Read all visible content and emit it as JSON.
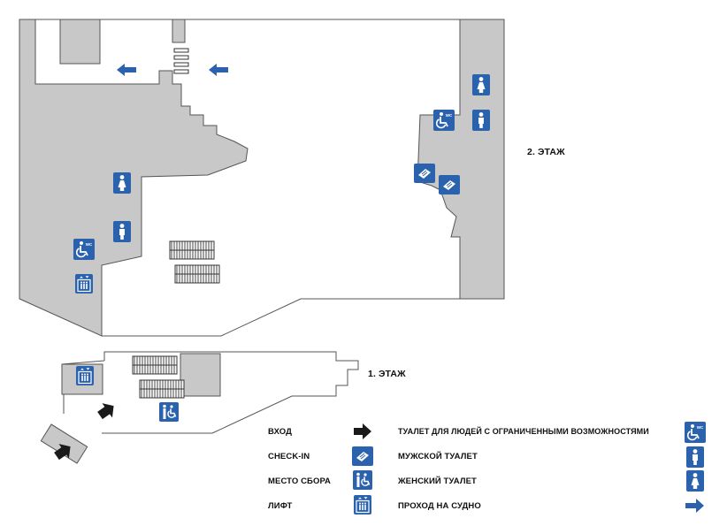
{
  "floors": {
    "second": "2. ЭТАЖ",
    "first": "1. ЭТАЖ"
  },
  "legend": {
    "entrance": "ВХОД",
    "check_in": "CHECK-IN",
    "assembly_point": "МЕСТО СБОРА",
    "elevator": "ЛИФТ",
    "accessible_toilet": "ТУАЛЕТ ДЛЯ ЛЮДЕЙ С ОГРАНИЧЕННЫМИ ВОЗМОЖНОСТЯМИ",
    "mens_toilet": "МУЖСКОЙ ТУАЛЕТ",
    "womens_toilet": "ЖЕНСКИЙ ТУАЛЕТ",
    "ship_passage": "ПРОХОД НА СУДНО"
  },
  "icon_text": {
    "wc": "WC"
  },
  "icons": [
    "entrance-arrow-icon",
    "check-in-icon",
    "assembly-point-icon",
    "elevator-icon",
    "accessible-toilet-icon",
    "mens-toilet-icon",
    "womens-toilet-icon",
    "ship-passage-arrow-icon"
  ],
  "colors": {
    "wall_fill": "#c8c8c8",
    "wall_stroke": "#555555",
    "icon_blue": "#2b62ad",
    "arrow_dark": "#1a1a1a"
  }
}
